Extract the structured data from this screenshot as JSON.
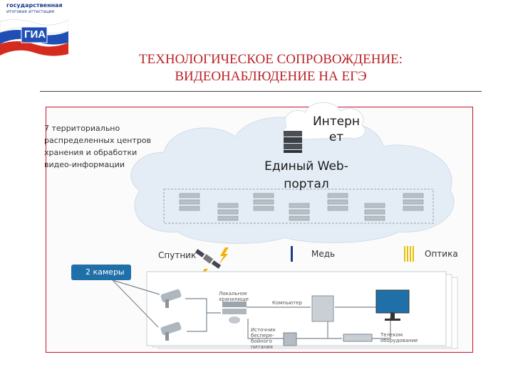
{
  "logo": {
    "line1": "государственная",
    "line2": "итоговая аттестация",
    "emblem": "ГИА",
    "flag_colors": [
      "#ffffff",
      "#1f4fb4",
      "#d52b1e"
    ]
  },
  "header": {
    "title_line1": "ТЕХНОЛОГИЧЕСКОЕ СОПРОВОЖДЕНИЕ:",
    "title_line2": "ВИДЕОНАБЛЮДЕНИЕ НА ЕГЭ"
  },
  "diagram": {
    "territorial_centers": "7 территориально распределенных центров хранения и обработки видео-информации",
    "internet_label": "Интерн ет",
    "web_portal": "Единый Web-портал",
    "channels": {
      "satellite": "Спутник",
      "copper": "Медь",
      "optics": "Оптика"
    },
    "cameras_badge": "2 камеры",
    "devices": {
      "local_storage": "Локальное хранилище",
      "computer": "Компьютер",
      "ups": "Источник беспере-бойного питания",
      "telecom": "Телеком оборудование"
    }
  },
  "colors": {
    "title": "#b8242a",
    "frame": "#c8102e",
    "badge": "#1f6fa8",
    "cloud": "#e4edf6",
    "optics": "#e8c000"
  }
}
